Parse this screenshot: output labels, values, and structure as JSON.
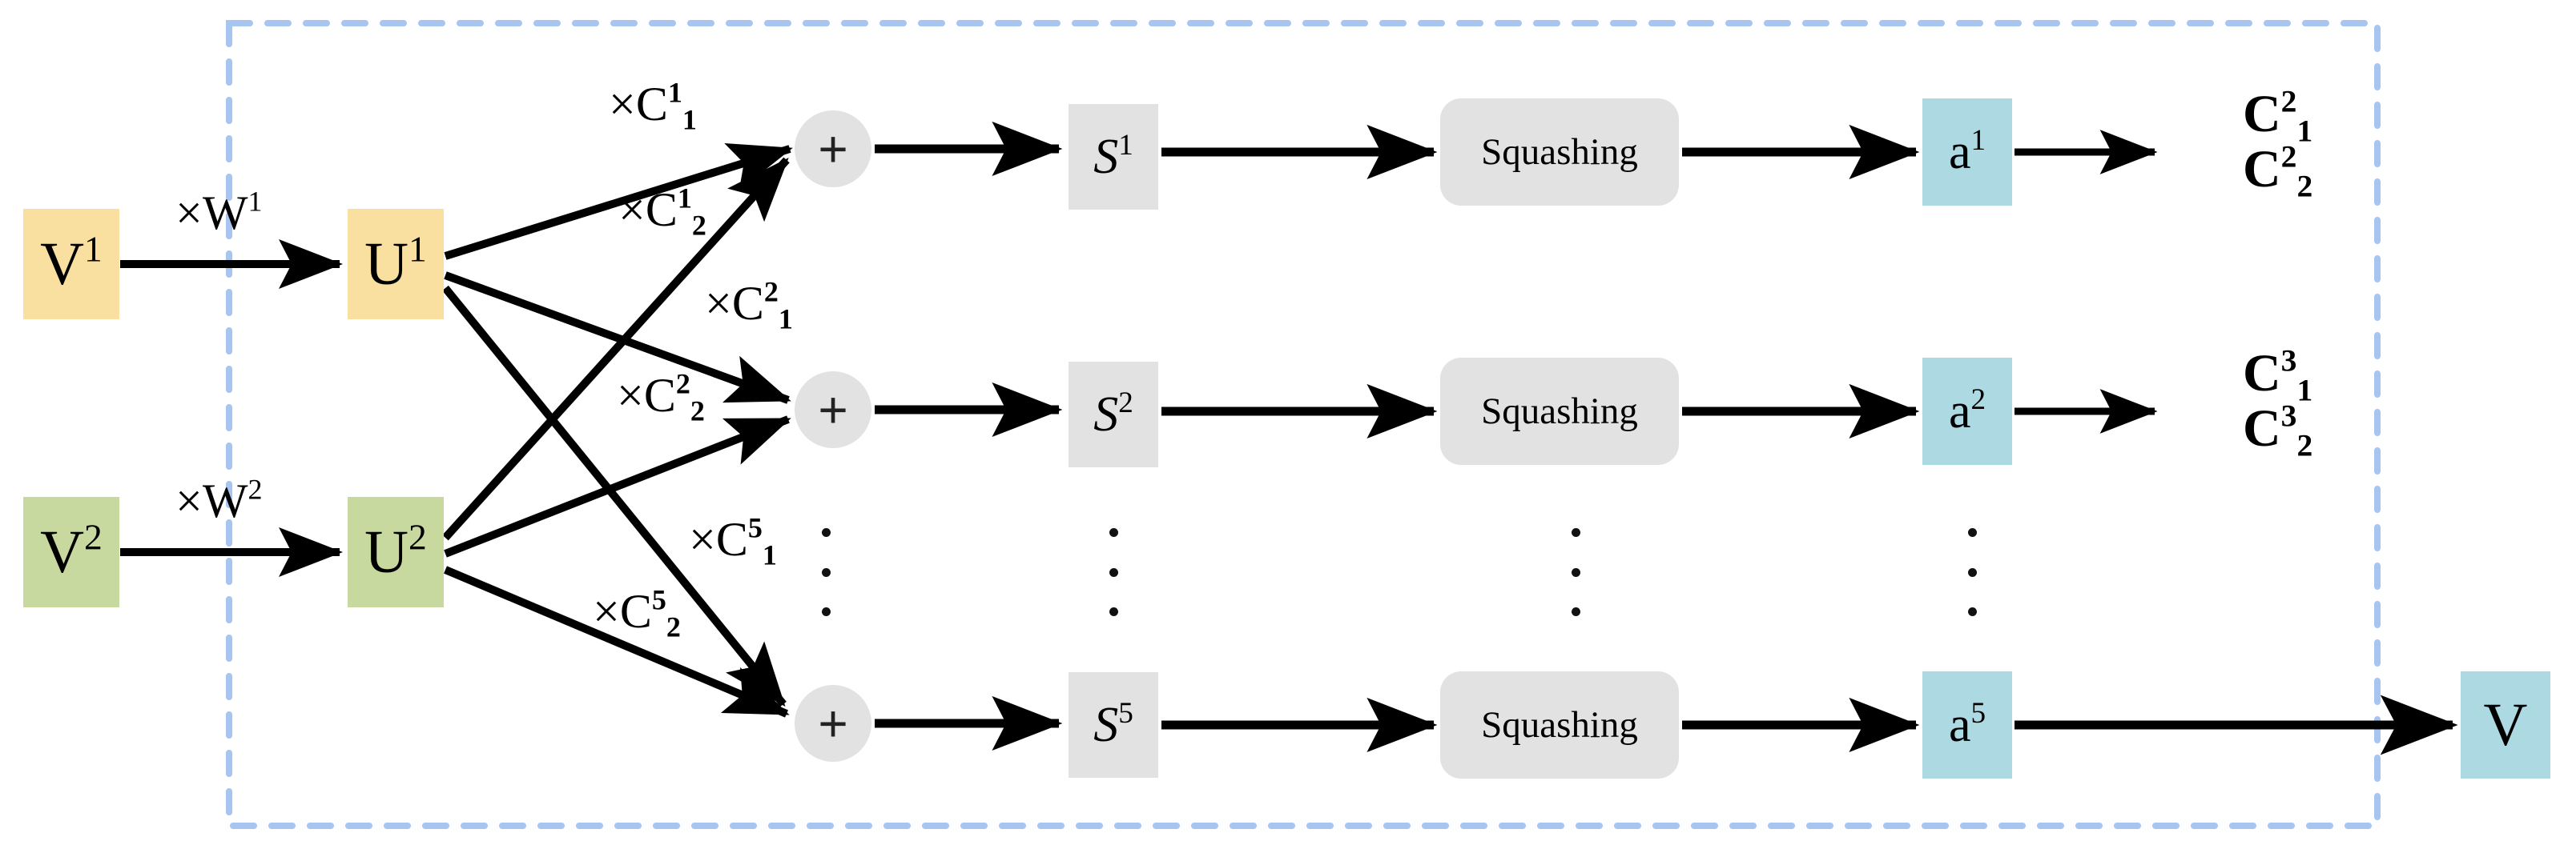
{
  "diagram": {
    "title": "Capsule network routing diagram",
    "boundary": {
      "name": "routing-region",
      "style": "dashed",
      "color": "#A8C4F0"
    },
    "colors": {
      "capsule_in_1": "#FAE0A0",
      "capsule_in_2": "#C8D9A0",
      "activation": "#ADD9E3",
      "neutral_box": "#E2E2E2",
      "dashed_border": "#A8C4F0",
      "arrow": "#000000"
    },
    "inputs": [
      {
        "id": "v1",
        "label_base": "V",
        "label_sup": "1",
        "color_key": "capsule_in_1"
      },
      {
        "id": "v2",
        "label_base": "V",
        "label_sup": "2",
        "color_key": "capsule_in_2"
      }
    ],
    "transforms": [
      {
        "id": "w1",
        "label": "×W",
        "sup": "1"
      },
      {
        "id": "w2",
        "label": "×W",
        "sup": "2"
      }
    ],
    "predictions": [
      {
        "id": "u1",
        "label_base": "U",
        "label_sup": "1",
        "color_key": "capsule_in_1"
      },
      {
        "id": "u2",
        "label_base": "U",
        "label_sup": "2",
        "color_key": "capsule_in_2"
      }
    ],
    "coupling_labels": [
      {
        "id": "c1_1",
        "base": "×C",
        "sup": "1",
        "sub": "1"
      },
      {
        "id": "c2_1",
        "base": "×C",
        "sup": "1",
        "sub": "2"
      },
      {
        "id": "c1_2",
        "base": "×C",
        "sup": "2",
        "sub": "1"
      },
      {
        "id": "c2_2",
        "base": "×C",
        "sup": "2",
        "sub": "2"
      },
      {
        "id": "c1_5",
        "base": "×C",
        "sup": "5",
        "sub": "1"
      },
      {
        "id": "c2_5",
        "base": "×C",
        "sup": "5",
        "sub": "2"
      }
    ],
    "sum_symbol": "+",
    "rows": [
      {
        "id": "row-1",
        "sum": "+",
        "s_base": "S",
        "s_sup": "1",
        "squashing": "Squashing",
        "a_base": "a",
        "a_sup": "1",
        "outputs": [
          {
            "base": "C",
            "sup": "2",
            "sub": "1"
          },
          {
            "base": "C",
            "sup": "2",
            "sub": "2"
          }
        ]
      },
      {
        "id": "row-2",
        "sum": "+",
        "s_base": "S",
        "s_sup": "2",
        "squashing": "Squashing",
        "a_base": "a",
        "a_sup": "2",
        "outputs": [
          {
            "base": "C",
            "sup": "3",
            "sub": "1"
          },
          {
            "base": "C",
            "sup": "3",
            "sub": "2"
          }
        ]
      },
      {
        "id": "row-5",
        "sum": "+",
        "s_base": "S",
        "s_sup": "5",
        "squashing": "Squashing",
        "a_base": "a",
        "a_sup": "5",
        "outputs": []
      }
    ],
    "final_output": {
      "id": "v-out",
      "label": "V",
      "color_key": "activation"
    },
    "ellipsis": {
      "glyph": "⋮",
      "count_per_column": 3,
      "columns": 4
    }
  }
}
